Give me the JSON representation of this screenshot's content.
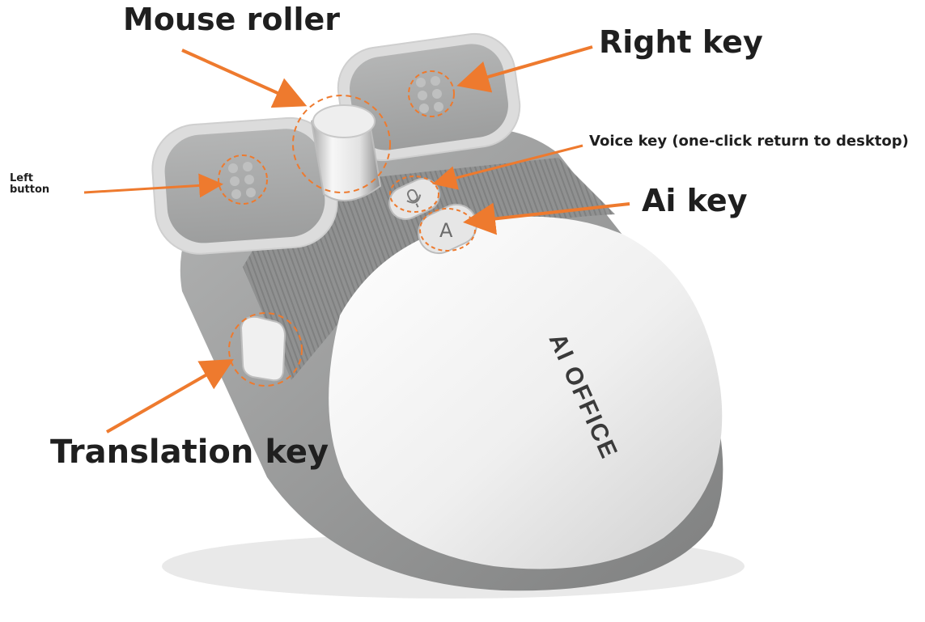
{
  "labels": {
    "mouse_roller": "Mouse roller",
    "right_key": "Right key",
    "voice_key": "Voice key (one-click return to desktop)",
    "ai_key": "Ai key",
    "left_button": "Left button",
    "translation_key": "Translation key"
  },
  "mouse": {
    "brand": "AI OFFICE",
    "ai_key_glyph": "A"
  },
  "colors": {
    "arrow": "#ee7a2e",
    "shell_gray": "#9b9c9c",
    "body_white": "#f4f4f4",
    "pad_gray": "#a9aaaa",
    "label_text": "#1f1f1f"
  }
}
